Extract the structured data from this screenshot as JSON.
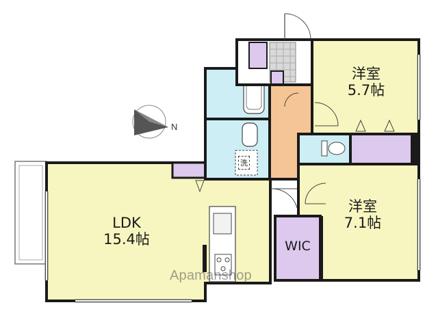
{
  "rooms": {
    "ldk": {
      "name": "LDK",
      "size": "15.4帖"
    },
    "room1": {
      "name": "洋室",
      "size": "5.7帖"
    },
    "room2": {
      "name": "洋室",
      "size": "7.1帖"
    },
    "wic": {
      "name": "WIC"
    }
  },
  "washer_label": "洗",
  "compass_label": "N",
  "watermark": "Apamanshop",
  "colors": {
    "ldk": "#f7f6c0",
    "western": "#f7f6c0",
    "closet": "#ddc8ee",
    "water": "#cdeef5",
    "hall": "#f6c596",
    "entrance_tile": "#d9d9d9",
    "wall": "#1a1a1a"
  }
}
